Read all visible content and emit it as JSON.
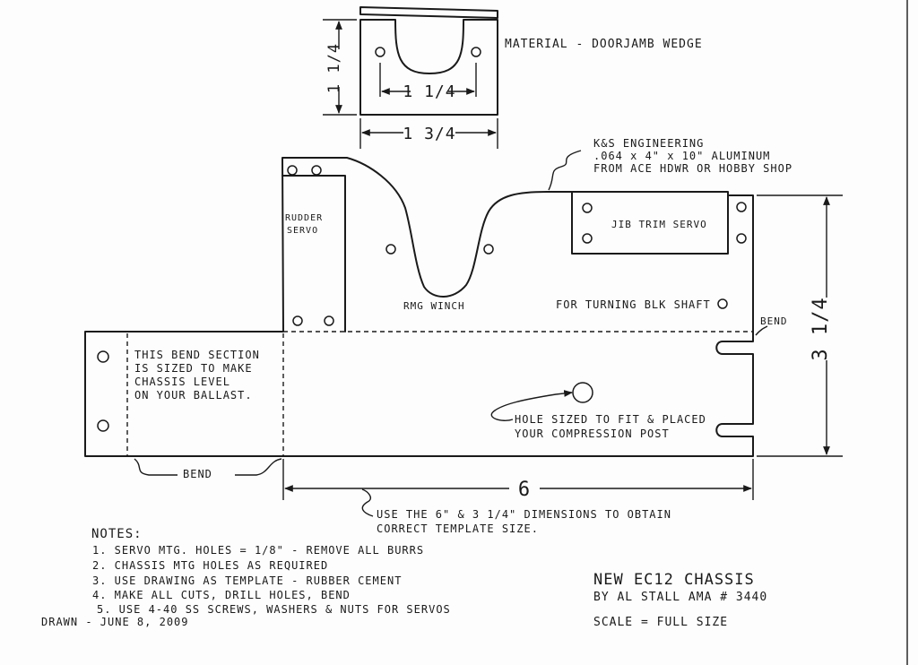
{
  "wedge": {
    "material_label": "MATERIAL - DOORJAMB WEDGE",
    "height_dim": "1 1/4",
    "slot_dim": "1 1/4",
    "width_dim": "1 3/4"
  },
  "chassis": {
    "material_note_line1": "K&S ENGINEERING",
    "material_note_line2": ".064 x 4\" x 10\" ALUMINUM",
    "material_note_line3": "FROM ACE HDWR OR HOBBY SHOP",
    "rudder_servo_line1": "RUDDER",
    "rudder_servo_line2": "SERVO",
    "rmg_winch": "RMG WINCH",
    "jib_trim_servo": "JIB TRIM SERVO",
    "turning_shaft": "FOR TURNING BLK SHAFT",
    "bend_right": "BEND",
    "bend_section_line1": "THIS BEND SECTION",
    "bend_section_line2": "IS SIZED TO MAKE",
    "bend_section_line3": "CHASSIS LEVEL",
    "bend_section_line4": "ON YOUR BALLAST.",
    "hole_note_line1": "HOLE SIZED TO FIT & PLACED",
    "hole_note_line2": "YOUR COMPRESSION POST",
    "bend_left": "BEND",
    "height_dim": "3 1/4",
    "width_dim": "6",
    "template_note_line1": "USE THE 6\" & 3 1/4\" DIMENSIONS TO OBTAIN",
    "template_note_line2": "CORRECT TEMPLATE SIZE."
  },
  "notes": {
    "heading": "NOTES:",
    "items": [
      "1. SERVO MTG. HOLES = 1/8\" - REMOVE ALL BURRS",
      "2. CHASSIS MTG HOLES AS REQUIRED",
      "3. USE DRAWING AS TEMPLATE - RUBBER CEMENT",
      "4. MAKE ALL CUTS, DRILL HOLES, BEND",
      "5. USE 4-40 SS SCREWS, WASHERS & NUTS FOR SERVOS"
    ],
    "drawn": "DRAWN - JUNE 8, 2009"
  },
  "title_block": {
    "title": "NEW EC12 CHASSIS",
    "author": "BY AL STALL AMA # 3440",
    "scale": "SCALE = FULL SIZE"
  }
}
